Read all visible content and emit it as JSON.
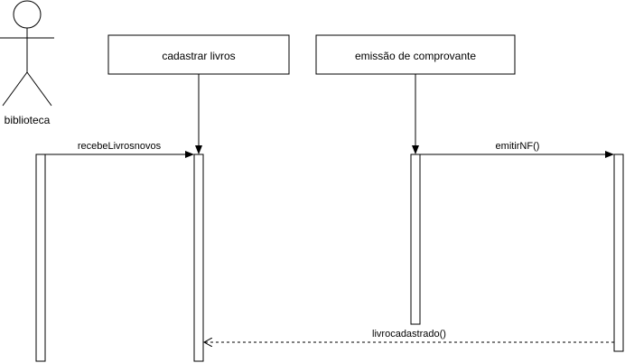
{
  "actor": {
    "name": "biblioteca"
  },
  "lifelines": [
    {
      "label": "cadastrar livros"
    },
    {
      "label": "emissão de comprovante"
    }
  ],
  "messages": [
    {
      "label": "recebeLivrosnovos",
      "style": "solid"
    },
    {
      "label": "emitirNF()",
      "style": "solid"
    },
    {
      "label": "livrocadastrado()",
      "style": "dashed"
    }
  ],
  "colors": {
    "stroke": "#000000",
    "fill": "#ffffff"
  }
}
